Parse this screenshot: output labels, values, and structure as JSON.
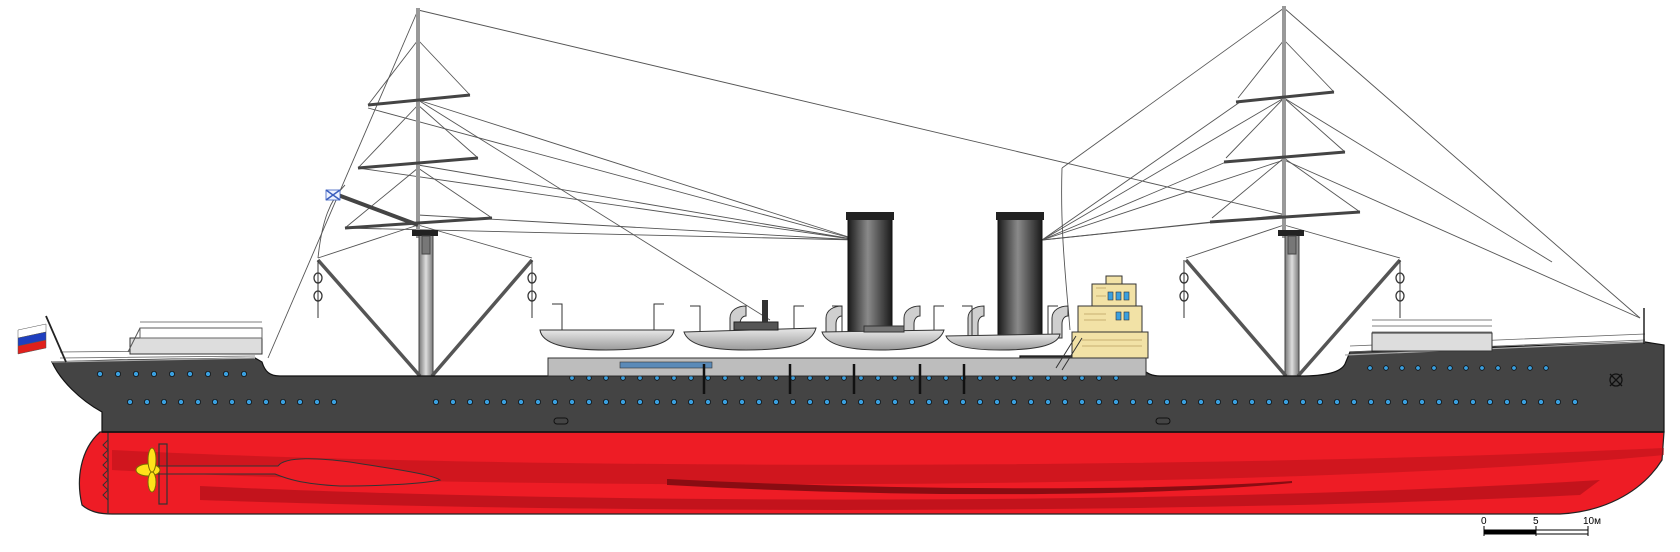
{
  "flags": {
    "stern_flag": [
      "#ffffff",
      "#1f3fbf",
      "#e0201c"
    ]
  },
  "colors": {
    "hull_upper": "#444444",
    "hull_lower": "#ee1c25",
    "hull_lower_dark": "#b8121a",
    "boot_stripe": "#8a0c12",
    "porthole": "#3aa0e0",
    "funnel": "#4a4a4a",
    "superstructure": "#f2e2a6",
    "lifeboat": "#c8c8c8",
    "propeller": "#ffe21a"
  },
  "scale_bar": {
    "labels": [
      "0",
      "5",
      "10м"
    ]
  }
}
